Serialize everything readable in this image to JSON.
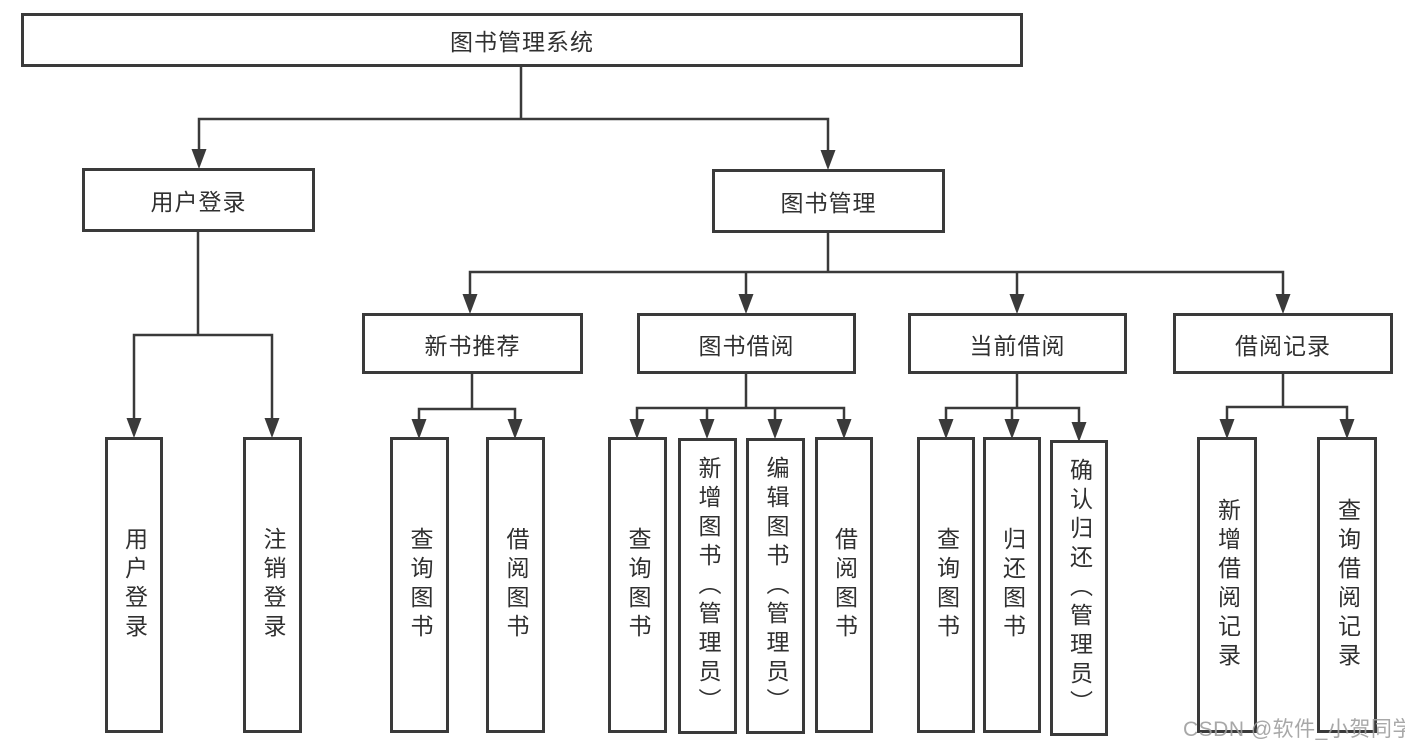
{
  "diagram": {
    "type": "hierarchy-tree",
    "title": "图书管理系统",
    "children": [
      {
        "label": "用户登录",
        "children": [
          {
            "label": "用户登录"
          },
          {
            "label": "注销登录"
          }
        ]
      },
      {
        "label": "图书管理",
        "children": [
          {
            "label": "新书推荐",
            "children": [
              {
                "label": "查询图书"
              },
              {
                "label": "借阅图书"
              }
            ]
          },
          {
            "label": "图书借阅",
            "children": [
              {
                "label": "查询图书"
              },
              {
                "label": "新增图书（管理员）"
              },
              {
                "label": "编辑图书（管理员）"
              },
              {
                "label": "借阅图书"
              }
            ]
          },
          {
            "label": "当前借阅",
            "children": [
              {
                "label": "查询图书"
              },
              {
                "label": "归还图书"
              },
              {
                "label": "确认归还（管理员）"
              }
            ]
          },
          {
            "label": "借阅记录",
            "children": [
              {
                "label": "新增借阅记录"
              },
              {
                "label": "查询借阅记录"
              }
            ]
          }
        ]
      }
    ]
  },
  "watermark": {
    "text": "CSDN @软件_小贺同学"
  },
  "colors": {
    "line": "#3a3a3a",
    "box_border": "#3a3a3a",
    "text": "#303030",
    "watermark": "#9e9e9e",
    "background": "#ffffff"
  }
}
